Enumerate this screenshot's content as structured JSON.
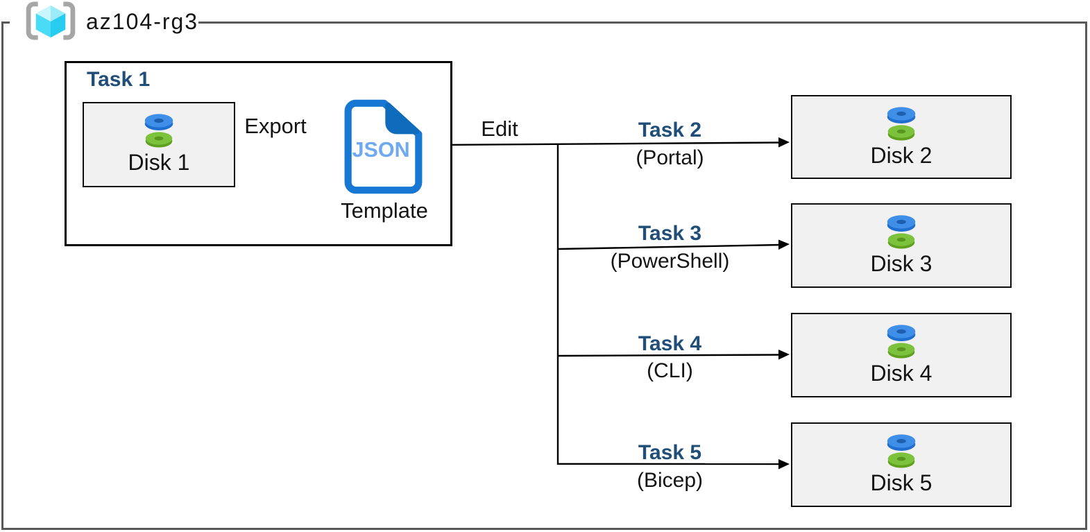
{
  "resource_group": {
    "name": "az104-rg3"
  },
  "task1": {
    "title": "Task 1",
    "disk_label": "Disk 1",
    "export_label": "Export",
    "json_text": "JSON",
    "template_label": "Template"
  },
  "edit_label": "Edit",
  "branches": [
    {
      "task": "Task 2",
      "method": "(Portal)",
      "disk": "Disk 2"
    },
    {
      "task": "Task 3",
      "method": "(PowerShell)",
      "disk": "Disk 3"
    },
    {
      "task": "Task 4",
      "method": "(CLI)",
      "disk": "Disk 4"
    },
    {
      "task": "Task 5",
      "method": "(Bicep)",
      "disk": "Disk 5"
    }
  ],
  "colors": {
    "task_title": "#1F4E79",
    "border_gray": "#595959",
    "box_border": "#000000",
    "disk_box_fill": "#F1F1F1",
    "disk_blue": "#3F8EE8",
    "disk_blue_dark": "#1E6FD0",
    "disk_blue_hole": "#1D5FAE",
    "disk_green": "#7CC23C",
    "disk_green_dark": "#5FA01F",
    "disk_green_hole": "#57951F",
    "json_blue": "#1778D4",
    "json_fold": "#0F6CBD",
    "json_text_blue": "#6FA9F0",
    "rg_bracket_gray": "#A6A6A6",
    "rg_cyan_light": "#C8F5FE",
    "rg_cyan_mid": "#9BEBFB",
    "rg_cyan": "#4ADCF6",
    "rg_cyan_dark": "#28CCEF",
    "line_black": "#000000"
  }
}
